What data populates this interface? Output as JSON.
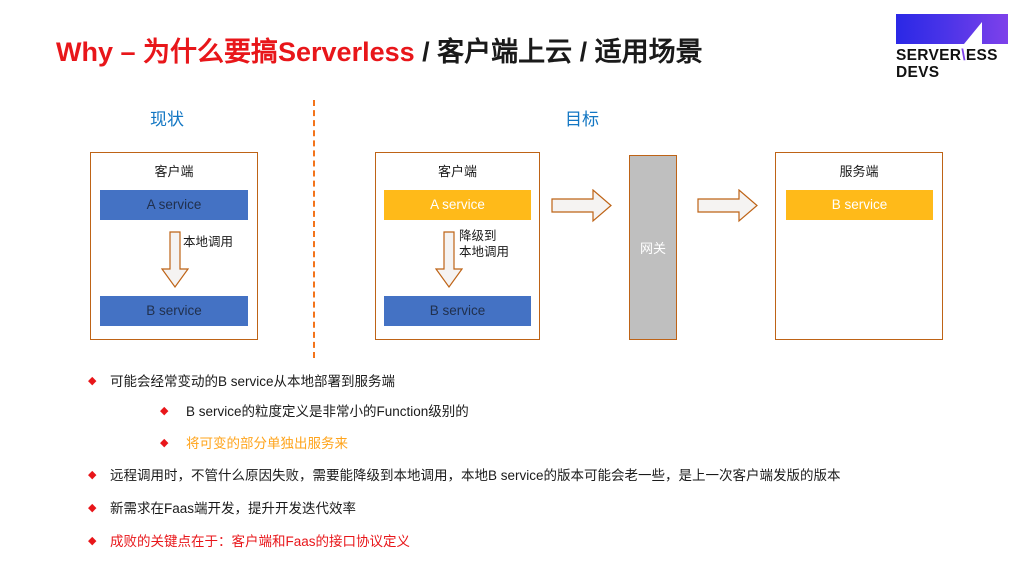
{
  "title": {
    "red_part": "Why – 为什么要搞Serverless",
    "black_part": " / 客户端上云 / 适用场景"
  },
  "logo": {
    "line1_pre": "SERVER",
    "line1_slash": "\\",
    "line1_post": "ESS",
    "line2": "DEVS",
    "gradient_start": "#2A28E6",
    "gradient_end": "#7E41EA"
  },
  "sections": {
    "current": "现状",
    "target": "目标",
    "heading_color": "#1276C3"
  },
  "panels": {
    "left": {
      "title": "客户端",
      "box_top": "A service",
      "box_bottom": "B service",
      "arrow_label": "本地调用",
      "top_color": "#4472C4",
      "bottom_color": "#4472C4"
    },
    "middle": {
      "title": "客户端",
      "box_top": "A service",
      "box_bottom": "B service",
      "arrow_label_line1": "降级到",
      "arrow_label_line2": "本地调用",
      "top_color": "#FFBA19",
      "bottom_color": "#4472C4"
    },
    "right": {
      "title": "服务端",
      "box_top": "B service",
      "top_color": "#FFBA19"
    }
  },
  "gateway": {
    "label": "网关",
    "fill": "#BFBFBF",
    "border": "#BE6316"
  },
  "divider": {
    "color": "#F3741B",
    "style": "dashed"
  },
  "bullets": [
    {
      "level": 1,
      "marker": "◆",
      "text": "可能会经常变动的B service从本地部署到服务端",
      "color": "#1A1A1A"
    },
    {
      "level": 2,
      "marker": "◆",
      "text": "B service的粒度定义是非常小的Function级别的",
      "color": "#1A1A1A"
    },
    {
      "level": 2,
      "marker": "◆",
      "text": "将可变的部分单独出服务来",
      "color": "#FFA41C"
    },
    {
      "level": 1,
      "marker": "◆",
      "text": "远程调用时，不管什么原因失败，需要能降级到本地调用，本地B service的版本可能会老一些，是上一次客户端发版的版本",
      "color": "#1A1A1A"
    },
    {
      "level": 1,
      "marker": "◆",
      "text": "新需求在Faas端开发，提升开发迭代效率",
      "color": "#1A1A1A"
    },
    {
      "level": 1,
      "marker": "◆",
      "text": "成败的关键点在于：客户端和Faas的接口协议定义",
      "color": "#E8161A"
    }
  ]
}
